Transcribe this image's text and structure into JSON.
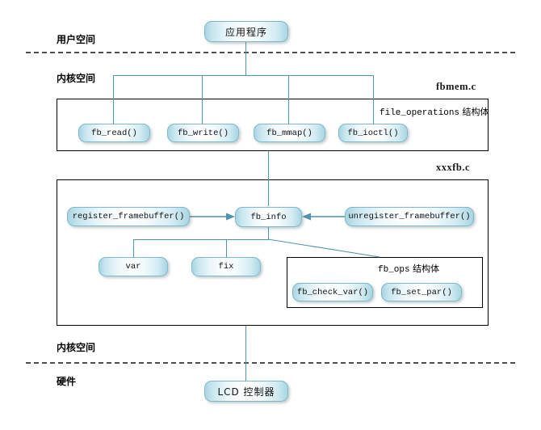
{
  "diagram": {
    "title_hidden": "",
    "zones": [
      {
        "id": "user-space",
        "label": "用户空间"
      },
      {
        "id": "kernel-space",
        "label": "内核空间"
      },
      {
        "id": "kernel-space-bottom",
        "label": "内核空间"
      },
      {
        "id": "hardware",
        "label": "硬件"
      }
    ],
    "files": [
      {
        "id": "fbmem",
        "label": "fbmem.c"
      },
      {
        "id": "xxxfb",
        "label": "xxxfb.c"
      }
    ],
    "structs": [
      {
        "id": "file_operations",
        "mono": "file_operations",
        "cjk": " 结构体"
      },
      {
        "id": "fb_ops",
        "mono": "fb_ops",
        "cjk": " 结构体"
      }
    ],
    "nodes": {
      "app": {
        "label": "应用程序"
      },
      "fb_read": {
        "label": "fb_read()"
      },
      "fb_write": {
        "label": "fb_write()"
      },
      "fb_mmap": {
        "label": "fb_mmap()"
      },
      "fb_ioctl": {
        "label": "fb_ioctl()"
      },
      "register": {
        "label": "register_framebuffer()"
      },
      "fb_info": {
        "label": "fb_info"
      },
      "unregister": {
        "label": "unregister_framebuffer()"
      },
      "var": {
        "label": "var"
      },
      "fix": {
        "label": "fix"
      },
      "check_var": {
        "label": "fb_check_var()"
      },
      "set_par": {
        "label": "fb_set_par()"
      },
      "lcd": {
        "label": "LCD 控制器"
      }
    },
    "colors": {
      "line": "#4d94ac",
      "node_border": "#7fb8c9",
      "node_fill_edge": "#a8d5e2",
      "node_fill_center": "#ffffff",
      "box_border": "#000000",
      "separator": "#4d4d4d",
      "background": "#ffffff"
    }
  }
}
